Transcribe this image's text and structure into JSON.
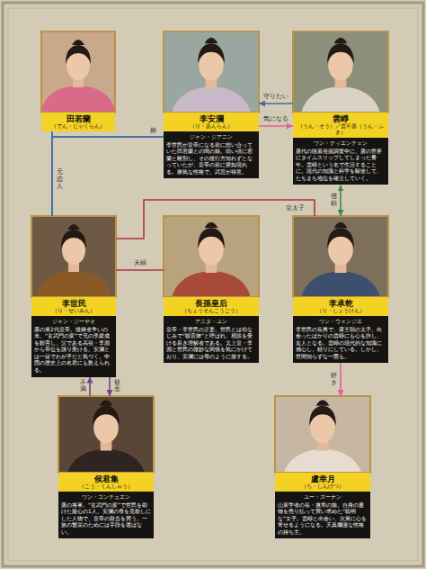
{
  "diagram": {
    "nodes": [
      {
        "text": [
          "田若蘭",
          "（でん・じゃくらん）"
        ]
      },
      {
        "text": [
          "李安瀾",
          "（り・あんらん）",
          "ジャン・ジアニン",
          "李世民が皇帝になる前に想い合っていた田若蘭との間の娘。幼い頃に若蘭と離別し、その後行方知れずとなっていたが、皇帝の前に突如現れる。勝気な性格で、武芸が得意。"
        ]
      },
      {
        "text": [
          "雲崢",
          "（うん・そう）／雲不器（うん・ふき）",
          "ワン・ティエンチェン",
          "唐代の陵墓発掘調査中に、唐の世界にタイムスリップしてしまった青年。雲崢という名で生活することに。現代の知識と科学を駆使して、たちまち地位を確立していく。"
        ]
      },
      {
        "text": [
          "李世民",
          "（り・せいみん）",
          "ジャン・ジーヤオ",
          "唐の第2代皇帝。後継者争いの末、“玄武門の変”で兄の李建成を殺害し、父である高祖・李淵から帝位を譲り受ける。安瀾とは一目でわが子だと気づく。中国の歴史上の名君にも数えられる。"
        ]
      },
      {
        "text": [
          "長孫皇后",
          "（ちょうそんこうごう）",
          "アニタ・ユン",
          "皇帝・李世民の正妻。世民とは幼なじみで“観音婢”と呼ばれ、相談を受ける良き理解者である。太上皇・李淵と世民の微妙な関係を気にかけており、安瀾には母のように接する。"
        ]
      },
      {
        "text": [
          "李承乾",
          "（り・しょうけん）",
          "ワン・ウェンジエ",
          "李世民の長男で、唐王朝の太子。出会ったばかりの雲崢にも心を許し、友人となる。雲崢の現代的な知識に感心し、頼りにしている。しかし、世間知らずな一面も。"
        ]
      },
      {
        "text": [
          "侯君集",
          "（こう・くんしゅう）",
          "ワン・コンチュエン",
          "唐の将軍。“玄武門の変”で世民を助けた腹心の1人。安瀾の母を見殺しにした人物で、皇帝の疑念を買う。一族の繁栄のためには手段を選ばない。"
        ]
      },
      {
        "text": [
          "盧幸月",
          "（ろ・しんげつ）",
          "ユー・ズーナン",
          "山東学者の長・盧寿の娘。自身の書物を売り払って買い求めた“聡明な”女子。雲崢と出会い、次第に心を寄せるようになる。天真爛漫な性格の持ち主。"
        ]
      }
    ],
    "edges": [
      {
        "from": 0,
        "to": 3,
        "label": "元恋人",
        "arrow": "none"
      },
      {
        "from": 1,
        "to": 0,
        "label": "娘",
        "arrow": "none"
      },
      {
        "from": 1,
        "to": 3,
        "arrow": "none"
      },
      {
        "from": 2,
        "to": 1,
        "label": "守りたい",
        "arrow": "to"
      },
      {
        "from": 1,
        "to": 2,
        "label": "気になる",
        "arrow": "to"
      },
      {
        "from": 2,
        "to": 5,
        "label": "信頼",
        "arrow": "both"
      },
      {
        "from": 3,
        "to": 4,
        "label": "夫婦",
        "arrow": "none"
      },
      {
        "from": 3,
        "to": 5,
        "label": "皇太子",
        "arrow": "none"
      },
      {
        "from": 5,
        "to": 7,
        "label": "好き",
        "arrow": "to"
      },
      {
        "from": 6,
        "to": 3,
        "label": "不満",
        "arrow": "to"
      },
      {
        "from": 3,
        "to": 6,
        "label": "疑念",
        "arrow": "to"
      }
    ]
  }
}
